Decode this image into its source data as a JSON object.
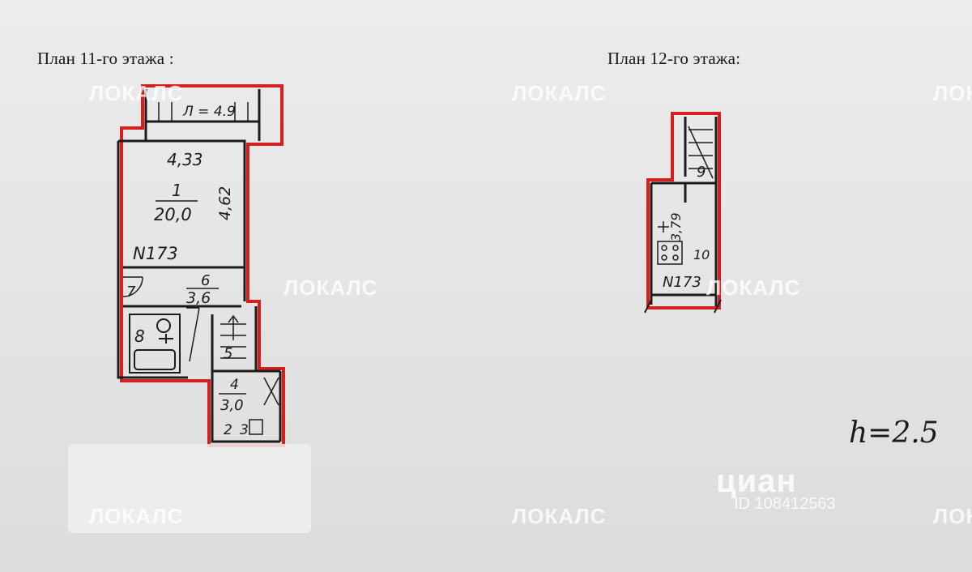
{
  "headings": {
    "plan11": "План 11-го этажа :",
    "plan12": "План 12-го этажа:"
  },
  "plan11": {
    "balcony": "Л = 4.9",
    "room_width": "4,33",
    "room_depth": "4,62",
    "room_number": "1",
    "room_area": "20,0",
    "apartment": "N173",
    "label_7": "7",
    "hall_number": "6",
    "hall_area": "3,6",
    "bath_number": "8",
    "stair_number": "5",
    "storage_number": "4",
    "storage_area": "3,0",
    "label_2": "2",
    "label_3": "3"
  },
  "plan12": {
    "stair_number": "9",
    "kitchen_depth": "3,79",
    "kitchen_number": "10",
    "apartment": "N173"
  },
  "height_note": "h=2.5",
  "watermark": "ЛОКАЛС",
  "cian": {
    "logo": "циан",
    "id": "ID 108412563"
  },
  "colors": {
    "outline": "#d42020",
    "ink": "#1c1c1c"
  }
}
